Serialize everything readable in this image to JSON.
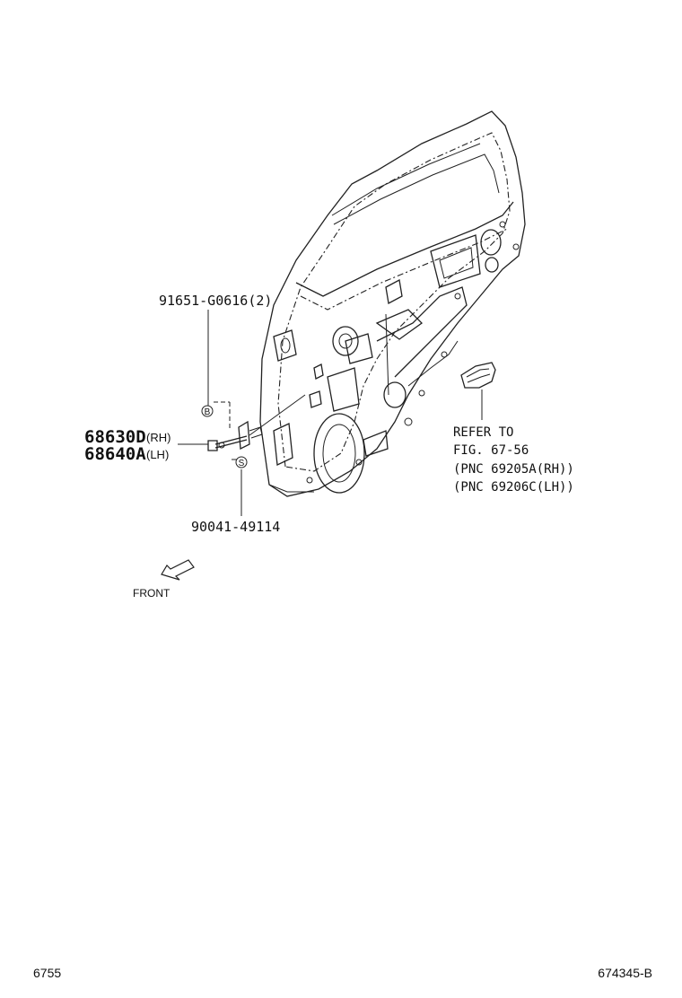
{
  "callouts": {
    "bolt_part": "91651-G0616(2)",
    "check_rh_part": "68630D",
    "check_rh_suffix": "(RH)",
    "check_lh_part": "68640A",
    "check_lh_suffix": "(LH)",
    "screw_part": "90041-49114",
    "marker_b": "B",
    "marker_s": "S"
  },
  "reference": {
    "line1": "REFER TO",
    "line2": "FIG. 67-56",
    "line3": "(PNC 69205A(RH))",
    "line4": "(PNC 69206C(LH))"
  },
  "front_label": "FRONT",
  "footer": {
    "page_code": "6755",
    "figure_code": "674345-B"
  }
}
